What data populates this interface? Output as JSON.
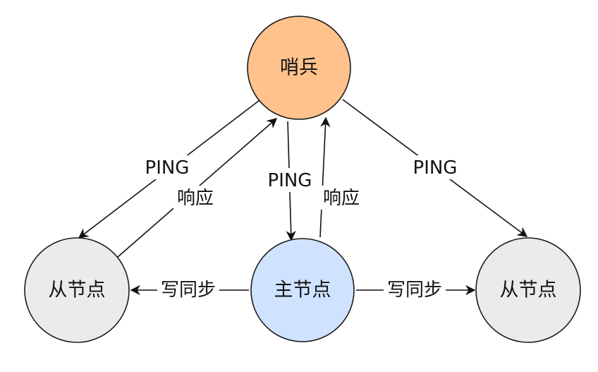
{
  "nodes": {
    "sentinel": {
      "label": "哨兵",
      "fill": "#FFC28C"
    },
    "master": {
      "label": "主节点",
      "fill": "#CFE3FF"
    },
    "slave_left": {
      "label": "从节点",
      "fill": "#EBEBEB"
    },
    "slave_right": {
      "label": "从节点",
      "fill": "#EBEBEB"
    }
  },
  "edges": {
    "ping_left": "PING",
    "ping_master": "PING",
    "ping_right": "PING",
    "reply_left": "响应",
    "reply_master": "响应",
    "sync_left": "写同步",
    "sync_right": "写同步"
  },
  "colors": {
    "stroke": "#111111"
  }
}
